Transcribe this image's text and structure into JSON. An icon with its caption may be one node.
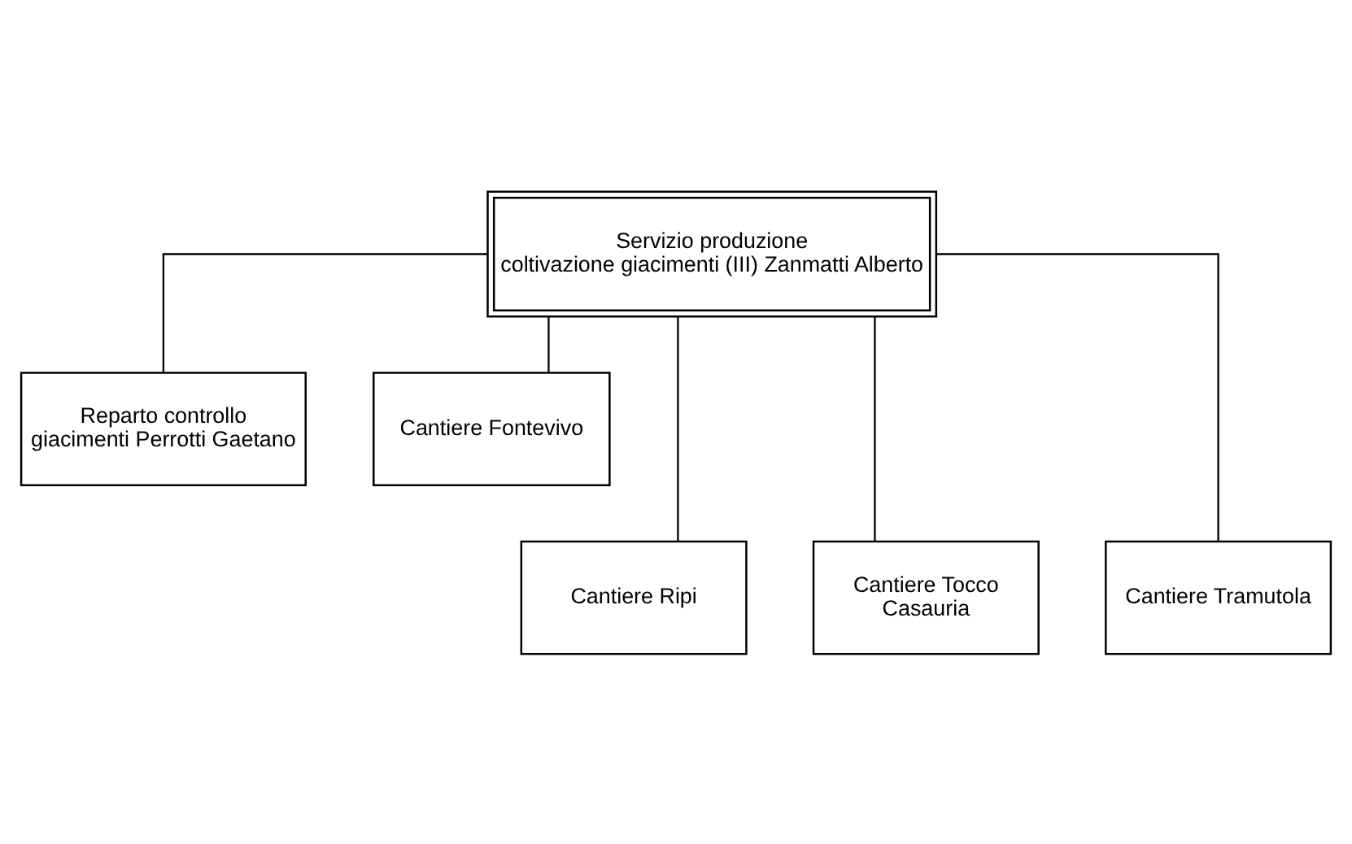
{
  "diagram": {
    "nodes": [
      {
        "text": [
          "Servizio produzione coltivazione giacimenti (III) Zanmatti Alberto"
        ]
      },
      {
        "text": [
          "Reparto controllo giacimenti Perrotti Gaetano"
        ]
      },
      {
        "text": [
          "Cantiere Fontevivo"
        ]
      },
      {
        "text": [
          "Cantiere Ripi"
        ]
      },
      {
        "text": [
          "Cantiere Tocco Casauria"
        ]
      },
      {
        "text": [
          "Cantiere Tramutola"
        ]
      }
    ],
    "edges": [
      {
        "from": 0,
        "to": 1,
        "arrow": "none"
      },
      {
        "from": 0,
        "to": 2,
        "arrow": "none"
      },
      {
        "from": 0,
        "to": 3,
        "arrow": "none"
      },
      {
        "from": 0,
        "to": 4,
        "arrow": "none"
      },
      {
        "from": 0,
        "to": 5,
        "arrow": "none"
      }
    ]
  }
}
